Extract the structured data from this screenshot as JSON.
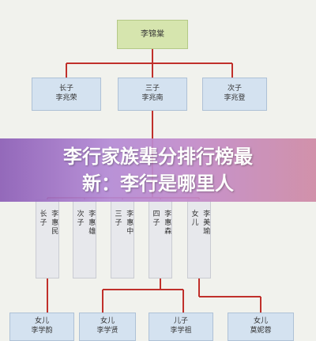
{
  "tree": {
    "root": {
      "line1": "李锦棠"
    },
    "sons": [
      {
        "role": "长子",
        "name": "李兆荣"
      },
      {
        "role": "三子",
        "name": "李兆南"
      },
      {
        "role": "次子",
        "name": "李兆登"
      }
    ],
    "third_gen": [
      {
        "role": "长子",
        "name": "李惠民"
      },
      {
        "role": "次子",
        "name": "李惠雄"
      },
      {
        "role": "三子",
        "name": "李惠中"
      },
      {
        "role": "四子",
        "name": "李惠森"
      },
      {
        "role": "女儿",
        "name": "李美瑜"
      }
    ],
    "fourth_gen": [
      {
        "role": "女儿",
        "name": "李学韵"
      },
      {
        "role": "女儿",
        "name": "李学贤"
      },
      {
        "role": "儿子",
        "name": "李学祖"
      },
      {
        "role": "女儿",
        "name": "莫妮蓉"
      }
    ],
    "colors": {
      "line": "#c0302b",
      "root_fill": "#d6e5ae",
      "son_fill": "#d4e2f0",
      "gen3_fill": "#e7e8ec"
    }
  },
  "banner": {
    "line1": "李行家族辈分排行榜最",
    "line2": "新：李行是哪里人"
  }
}
